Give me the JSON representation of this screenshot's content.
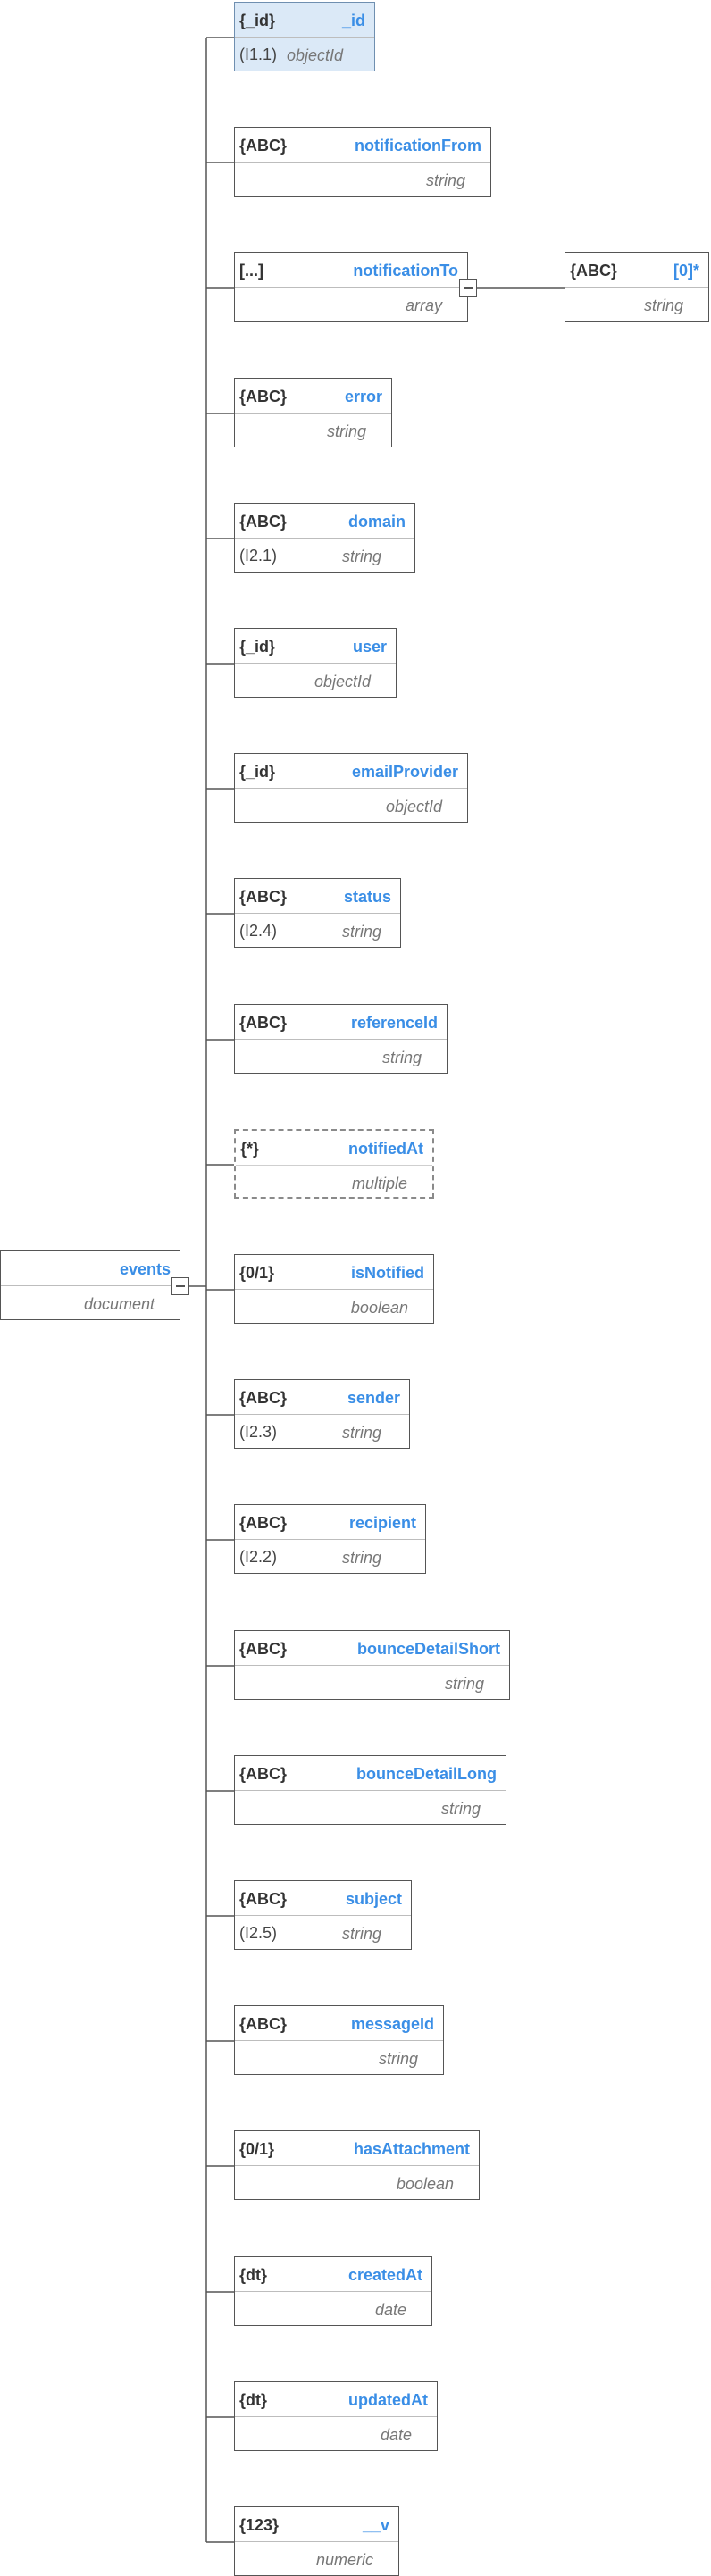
{
  "root": {
    "name": "events",
    "type": "document"
  },
  "fields": [
    {
      "badge": "{_id}",
      "name": "_id",
      "index": "(I1.1)",
      "type": "objectId",
      "highlight": true
    },
    {
      "badge": "{ABC}",
      "name": "notificationFrom",
      "index": "",
      "type": "string"
    },
    {
      "badge": "[...]",
      "name": "notificationTo",
      "index": "",
      "type": "array",
      "child": {
        "badge": "{ABC}",
        "name": "[0]*",
        "type": "string"
      }
    },
    {
      "badge": "{ABC}",
      "name": "error",
      "index": "",
      "type": "string"
    },
    {
      "badge": "{ABC}",
      "name": "domain",
      "index": "(I2.1)",
      "type": "string"
    },
    {
      "badge": "{_id}",
      "name": "user",
      "index": "",
      "type": "objectId"
    },
    {
      "badge": "{_id}",
      "name": "emailProvider",
      "index": "",
      "type": "objectId"
    },
    {
      "badge": "{ABC}",
      "name": "status",
      "index": "(I2.4)",
      "type": "string"
    },
    {
      "badge": "{ABC}",
      "name": "referenceId",
      "index": "",
      "type": "string"
    },
    {
      "badge": "{*}",
      "name": "notifiedAt",
      "index": "",
      "type": "multiple",
      "dashed": true
    },
    {
      "badge": "{0/1}",
      "name": "isNotified",
      "index": "",
      "type": "boolean"
    },
    {
      "badge": "{ABC}",
      "name": "sender",
      "index": "(I2.3)",
      "type": "string"
    },
    {
      "badge": "{ABC}",
      "name": "recipient",
      "index": "(I2.2)",
      "type": "string"
    },
    {
      "badge": "{ABC}",
      "name": "bounceDetailShort",
      "index": "",
      "type": "string"
    },
    {
      "badge": "{ABC}",
      "name": "bounceDetailLong",
      "index": "",
      "type": "string"
    },
    {
      "badge": "{ABC}",
      "name": "subject",
      "index": "(I2.5)",
      "type": "string"
    },
    {
      "badge": "{ABC}",
      "name": "messageId",
      "index": "",
      "type": "string"
    },
    {
      "badge": "{0/1}",
      "name": "hasAttachment",
      "index": "",
      "type": "boolean"
    },
    {
      "badge": "{dt}",
      "name": "createdAt",
      "index": "",
      "type": "date"
    },
    {
      "badge": "{dt}",
      "name": "updatedAt",
      "index": "",
      "type": "date"
    },
    {
      "badge": "{123}",
      "name": "__v",
      "index": "",
      "type": "numeric"
    }
  ]
}
